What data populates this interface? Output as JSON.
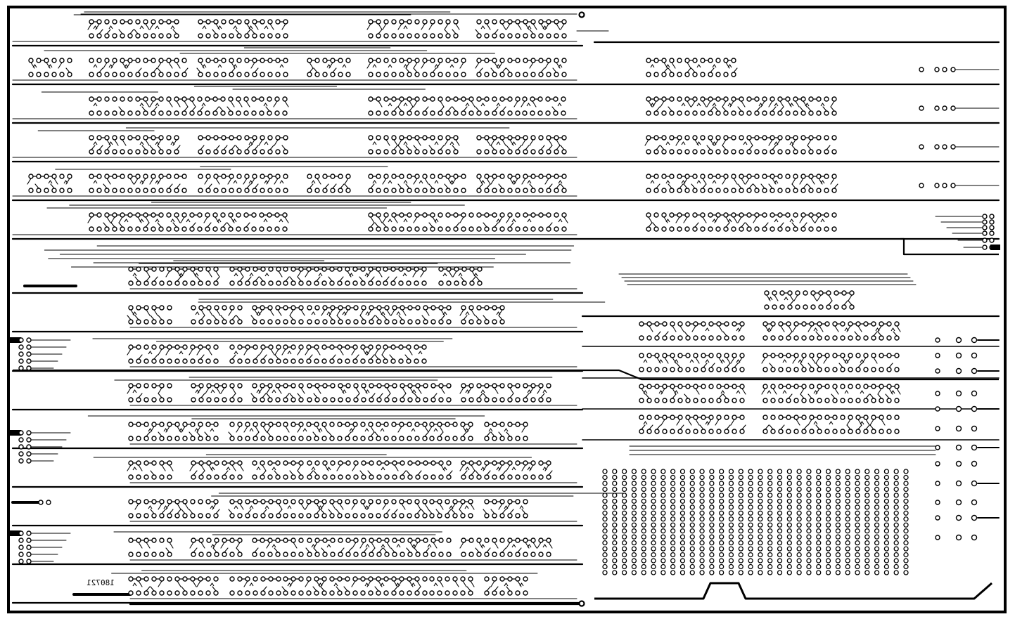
{
  "board": {
    "label": "180721",
    "label_mirrored": true,
    "colors": {
      "copper": "#000000",
      "background": "#ffffff"
    },
    "perfboard_grid": {
      "rows": 18,
      "cols": 32
    }
  }
}
